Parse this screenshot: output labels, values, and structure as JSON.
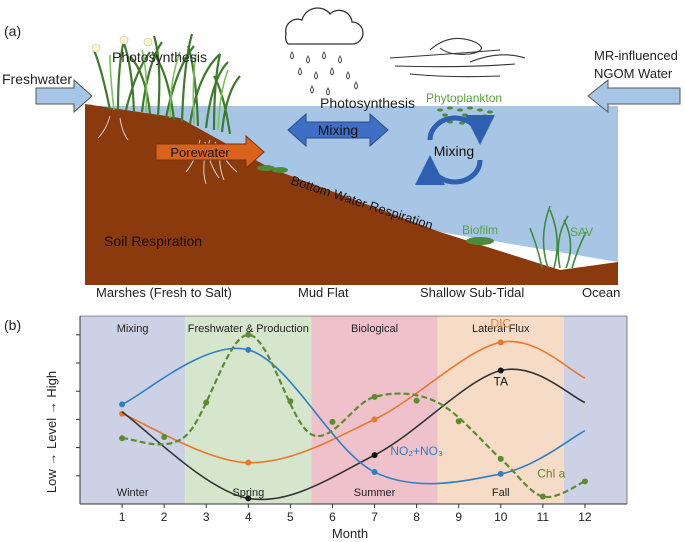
{
  "panel_a": {
    "label": "(a)",
    "arrows": {
      "freshwater": "Freshwater",
      "ocean_input": [
        "MR-influenced",
        "NGOM Water"
      ],
      "porewater": "Porewater",
      "mixing_horizontal": "Mixing",
      "mixing_circular": "Mixing"
    },
    "labels": {
      "photosynthesis_marsh": "Photosynthesis",
      "photosynthesis_water": "Photosynthesis",
      "phytoplankton": "Phytoplankton",
      "bottom_water_respiration": "Bottom Water Respiration",
      "biofilm": "Biofilm",
      "sav": "SAV",
      "soil_respiration": "Soil Respiration"
    },
    "zones": [
      "Marshes (Fresh to Salt)",
      "Mud Flat",
      "Shallow Sub-Tidal",
      "Ocean"
    ],
    "colors": {
      "water": "#a7c6e6",
      "sediment": "#8b3a0e",
      "marsh_green": "#4e9a3a",
      "arrow_blue": "#3f6fc4",
      "label_green": "#5aa045"
    }
  },
  "panel_b": {
    "label": "(b)",
    "chart_data": {
      "type": "line",
      "xlabel": "Month",
      "ylabel": "Low → Level → High",
      "xlim": [
        0,
        13
      ],
      "x_ticks": [
        1,
        2,
        3,
        4,
        5,
        6,
        7,
        8,
        9,
        10,
        11,
        12
      ],
      "ylim": [
        0,
        10
      ],
      "grid": false,
      "seasons": [
        {
          "name": "Mixing",
          "season": "Winter",
          "x_start": 0,
          "x_end": 2.5,
          "color": "#cdd1e6"
        },
        {
          "name": "Freshwater & Production",
          "season": "Spring",
          "x_start": 2.5,
          "x_end": 5.5,
          "color": "#d6e6cc"
        },
        {
          "name": "Biological",
          "season": "Summer",
          "x_start": 5.5,
          "x_end": 8.5,
          "color": "#efc2cb"
        },
        {
          "name": "Lateral Flux",
          "season": "Fall",
          "x_start": 8.5,
          "x_end": 11.5,
          "color": "#f6dbc6"
        },
        {
          "name": "",
          "season": "",
          "x_start": 11.5,
          "x_end": 13,
          "color": "#cdd1e6"
        }
      ],
      "series": [
        {
          "name": "DIC",
          "color": "#e8782a",
          "dashed": false,
          "x": [
            1,
            4,
            7,
            10,
            12
          ],
          "y": [
            4.8,
            2.2,
            4.5,
            8.6,
            6.7
          ],
          "markers": [
            1,
            4,
            7,
            10
          ]
        },
        {
          "name": "TA",
          "color": "#333333",
          "dashed": false,
          "x": [
            1,
            4,
            7,
            10,
            12
          ],
          "y": [
            4.9,
            0.3,
            2.6,
            7.1,
            5.4
          ],
          "markers": [
            4,
            7,
            10
          ]
        },
        {
          "name": "NO₂+NO₃",
          "color": "#2f7ec2",
          "dashed": false,
          "x": [
            1,
            4,
            7,
            10,
            12
          ],
          "y": [
            5.3,
            8.2,
            1.7,
            1.6,
            3.9
          ],
          "markers": [
            1,
            4,
            7,
            10
          ]
        },
        {
          "name": "Chl a",
          "color": "#5e8a32",
          "dashed": true,
          "x": [
            1,
            2.5,
            4,
            5.5,
            7,
            8.5,
            10,
            11,
            12
          ],
          "y": [
            3.5,
            3.6,
            9.0,
            3.7,
            5.7,
            5.4,
            2.4,
            0.4,
            1.2
          ],
          "markers": [
            1,
            2,
            3,
            4,
            5,
            6,
            7,
            8,
            9,
            10,
            11,
            12
          ]
        }
      ]
    }
  }
}
